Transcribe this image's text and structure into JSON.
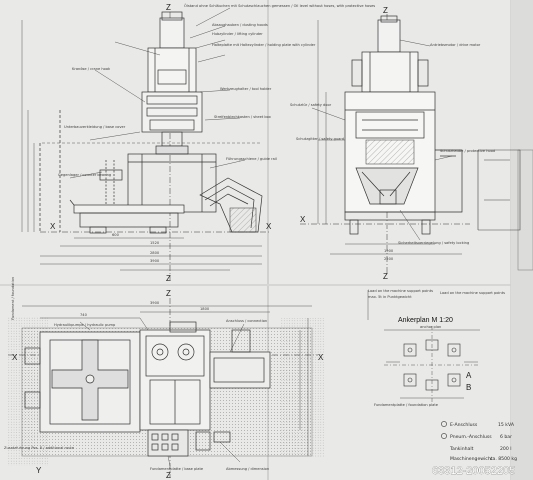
{
  "notes": {
    "top_center": "Ölstand ohne Schläuchen mit Schutzschlauchen gemessen / Oil level without hoses, with protective hoses",
    "hood": "Absaughauben / dusting hoods",
    "cylinder": "Hubzylinder / lifting cylinder",
    "plate": "Halteplatte mit Haltezylinder / holding plate with cylinder",
    "tool_holder": "Werkzeughalter / tool holder",
    "sheet_box": "Streifenblechkasten / sheet box",
    "safety_door": "Schutztür / safety door",
    "shelter": "Schutzgitter / safety guard",
    "guide": "Führungsschiene / guide rail",
    "protective_hood": "Schutzhaube / protective hood",
    "crane_left": "Kranöse / crane hook",
    "safety_locking": "Sicherheitsverriegelung / safety locking",
    "base_cover": "Unterbauverkleidung / base cover",
    "bottom_table": "Gegenlager / counter bearing",
    "pump": "Hydraulikpumpe / hydraulic pump",
    "motor": "Antriebsmotor / drive motor",
    "dimension": "Abmessung / dimension",
    "connection": "Anschluss / connection",
    "base_plate": "Fundamentplatte / base plate",
    "foundation": "Fundament / foundation"
  },
  "axis_labels": {
    "z": "Z",
    "x": "X",
    "y": "Y",
    "a": "A",
    "b": "B"
  },
  "dims": {
    "d1": "600",
    "d2": "1520",
    "d3": "2800",
    "d4": "1900",
    "d5": "740",
    "d6": "3900",
    "d7": "2500",
    "d8": "1800"
  },
  "anchor_plan": {
    "heading": "Ankerplan M 1:20",
    "sub": "anchor plan"
  },
  "right_notes": {
    "line1": "Load on the machine support points",
    "line2": "max. 5t in Punktgewicht",
    "line3": "Fundamentplatte / foundation plate"
  },
  "specs": {
    "e_conn_label": "E-Anschluss",
    "e_conn_value": "15 kVA",
    "pneum_label": "Pneum.-Anschluss",
    "pneum_value": "6 bar",
    "tank_label": "Tankinhalt",
    "tank_value": "200 l",
    "weight_label": "Maschinengewicht",
    "weight_value": "ca. 8500 kg"
  },
  "stamp": {
    "left_note": "Zusatzfuhrung Pos. 8 / additional route"
  },
  "watermark": "63312-20052205"
}
